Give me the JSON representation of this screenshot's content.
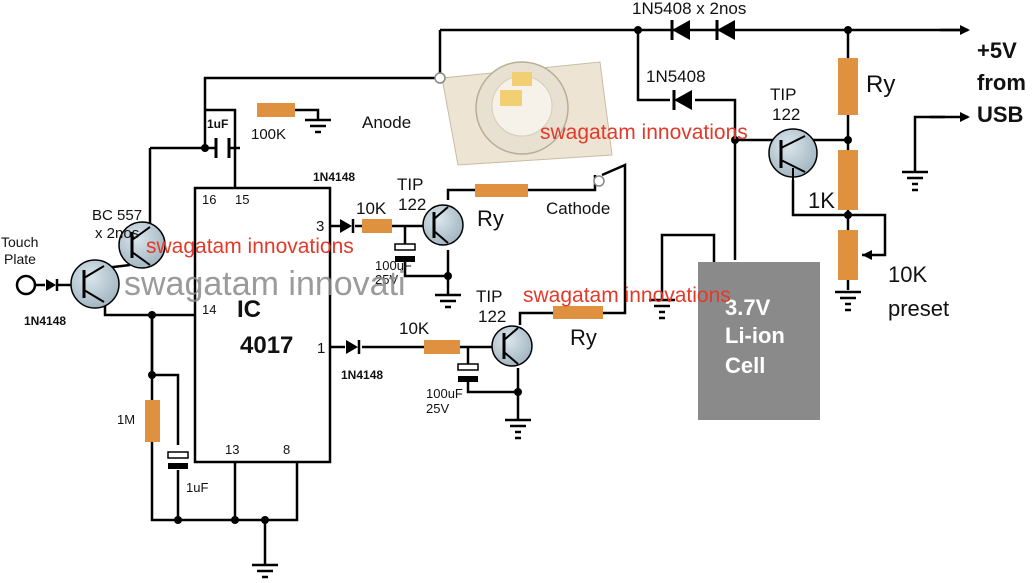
{
  "colors": {
    "wire": "#000000",
    "resistor": "#e0913f",
    "transistor": "#9fb3bf",
    "battery": "#8a8a8a",
    "watermark_red": "#e23a2a",
    "watermark_gray": "#8a8a8a",
    "led_body": "#e8e0d0",
    "led_chip": "#f3cf73"
  },
  "labels": {
    "diode_usb": "1N5408 x 2nos",
    "diode_mid": "1N5408",
    "usb_line1": "+5V",
    "usb_line2": "from",
    "usb_line3": "USB",
    "ry_top": "Ry",
    "tip_top_1": "TIP",
    "tip_top_2": "122",
    "r_1k": "1K",
    "preset_1": "10K",
    "preset_2": "preset",
    "cap_1uf_top": "1uF",
    "r_100k": "100K",
    "anode": "Anode",
    "cathode": "Cathode",
    "d_1n4148_a": "1N4148",
    "r_10k_a": "10K",
    "pin3": "3",
    "tip_mid_1": "TIP",
    "tip_mid_2": "122",
    "ry_mid": "Ry",
    "cap_100uf_a_1": "100uF",
    "cap_100uf_a_2": "25V",
    "bc557_1": "BC 557",
    "bc557_2": "x 2nos",
    "touch_1": "Touch",
    "touch_2": "Plate",
    "d_1n4148_touch": "1N4148",
    "pin16": "16",
    "pin15": "15",
    "pin14": "14",
    "ic_1": "IC",
    "ic_2": "4017",
    "pin1": "1",
    "d_1n4148_b": "1N4148",
    "r_10k_b": "10K",
    "tip_low_1": "TIP",
    "tip_low_2": "122",
    "ry_low": "Ry",
    "cap_100uf_b_1": "100uF",
    "cap_100uf_b_2": "25V",
    "r_1m": "1M",
    "cap_1uf_low": "1uF",
    "pin13": "13",
    "pin8": "8",
    "battery_1": "3.7V",
    "battery_2": "Li-ion",
    "battery_3": "Cell"
  },
  "watermarks": {
    "wm1": "swagatam innovations",
    "wm2": "swagatam innovations",
    "wm3": "swagatam innovations",
    "wm_gray": "swagatam innovati"
  }
}
